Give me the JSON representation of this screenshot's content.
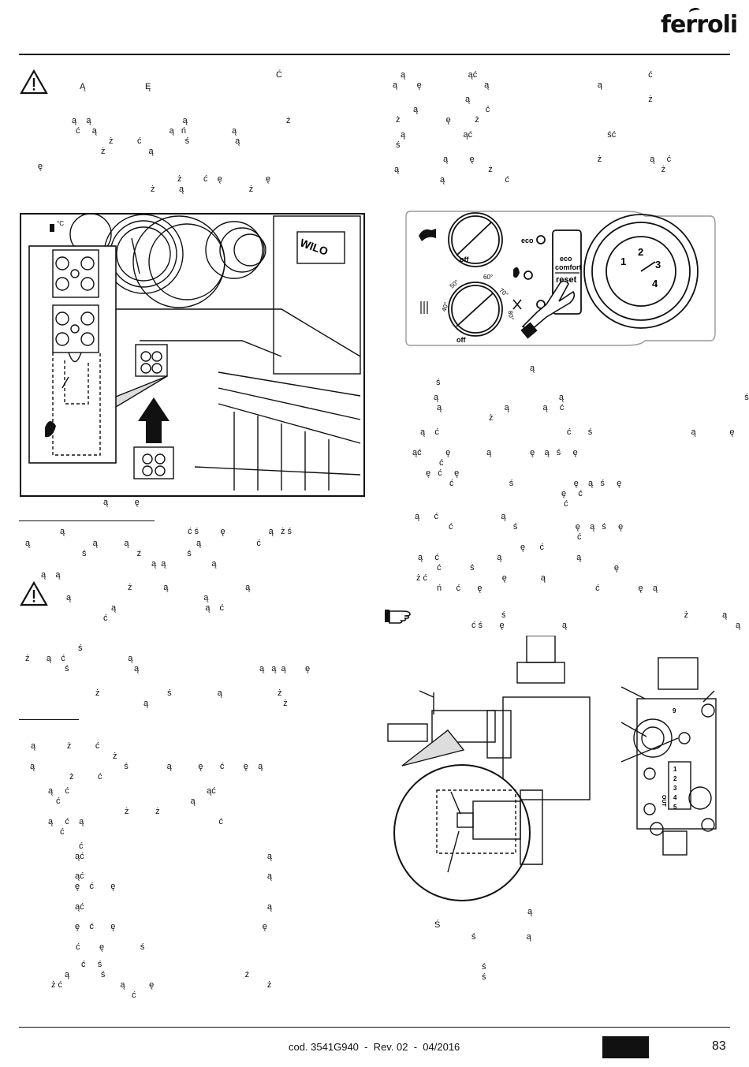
{
  "brand": "ferroli",
  "footer": {
    "code": "cod. 3541G940  -  Rev. 02  -  04/2016",
    "page_number": "83"
  },
  "control_panel": {
    "dial_top_off": "off",
    "dial_bottom_off": "off",
    "temp_40": "40°",
    "temp_50": "50°",
    "temp_60": "60°",
    "temp_70": "70°",
    "temp_80": "80°",
    "eco_label": "eco",
    "eco_comfort_1": "eco",
    "eco_comfort_2": "comfort",
    "reset_label": "reset",
    "gauge_1": "1",
    "gauge_2": "2",
    "gauge_3": "3",
    "gauge_4": "4"
  },
  "pump_brand": "WILO",
  "pump_gauge_mark": "°C",
  "valve_terminal_labels": [
    "1",
    "2",
    "3",
    "4",
    "5"
  ],
  "valve_out_label": "OUT",
  "valve_number": "9",
  "glyph_rows": [
    {
      "l": 350,
      "t": 88,
      "s": "Ć"
    },
    {
      "l": 101,
      "t": 103,
      "s": "Ą"
    },
    {
      "l": 184,
      "t": 103,
      "s": "Ę"
    },
    {
      "l": 91,
      "t": 146,
      "s": "ą    ą                                      ą                                         ż"
    },
    {
      "l": 96,
      "t": 159,
      "s": "ć     ą                              ą   ń                   ą"
    },
    {
      "l": 138,
      "t": 172,
      "s": "ż          ć                  ś                   ą"
    },
    {
      "l": 128,
      "t": 185,
      "s": "ż                  ą"
    },
    {
      "l": 48,
      "t": 204,
      "s": "ę"
    },
    {
      "l": 225,
      "t": 220,
      "s": "ż         ć    ę                  ę"
    },
    {
      "l": 191,
      "t": 233,
      "s": "ż          ą                           ż"
    },
    {
      "l": 131,
      "t": 630,
      "s": "ą           ę"
    },
    {
      "l": 76,
      "t": 667,
      "s": "ą                                                   ć ś         ę                  ą   ż ś"
    },
    {
      "l": 32,
      "t": 682,
      "s": "ą                          ą           ą                            ą                       ć"
    },
    {
      "l": 104,
      "t": 695,
      "s": "ś                     ż                   ś"
    },
    {
      "l": 192,
      "t": 708,
      "s": "ą  ą                   ą"
    },
    {
      "l": 52,
      "t": 722,
      "s": "ą    ą"
    },
    {
      "l": 162,
      "t": 738,
      "s": "ż             ą                                ą"
    },
    {
      "l": 84,
      "t": 751,
      "s": "ą                                                       ą"
    },
    {
      "l": 141,
      "t": 764,
      "s": "ą                                     ą    ć"
    },
    {
      "l": 131,
      "t": 777,
      "s": "ć"
    },
    {
      "l": 99,
      "t": 815,
      "s": "ś"
    },
    {
      "l": 32,
      "t": 828,
      "s": "ż       ą    ć                          ą"
    },
    {
      "l": 82,
      "t": 841,
      "s": "ś                           ą                                                  ą   ą  ą        ę"
    },
    {
      "l": 121,
      "t": 872,
      "s": "ż                            ś                   ą                       ż"
    },
    {
      "l": 182,
      "t": 885,
      "s": "ą                                                        ż"
    },
    {
      "l": 39,
      "t": 939,
      "s": "ą             ż          ć"
    },
    {
      "l": 143,
      "t": 952,
      "s": "ż"
    },
    {
      "l": 38,
      "t": 965,
      "s": "ą                                     ś                ą           ę       ć        ę    ą"
    },
    {
      "l": 88,
      "t": 978,
      "s": "ż          ć"
    },
    {
      "l": 61,
      "t": 996,
      "s": "ą     ć                                                         ąć"
    },
    {
      "l": 71,
      "t": 1009,
      "s": "ć                                                      ą"
    },
    {
      "l": 158,
      "t": 1022,
      "s": "ż           ż"
    },
    {
      "l": 61,
      "t": 1035,
      "s": "ą     ć    ą                                                        ć"
    },
    {
      "l": 76,
      "t": 1048,
      "s": "ć"
    },
    {
      "l": 100,
      "t": 1066,
      "s": "ć"
    },
    {
      "l": 95,
      "t": 1079,
      "s": "ąć                                                                            ą"
    },
    {
      "l": 95,
      "t": 1104,
      "s": "ąć                                                                            ą"
    },
    {
      "l": 95,
      "t": 1117,
      "s": "ę    ć       ę"
    },
    {
      "l": 95,
      "t": 1143,
      "s": "ąć                                                                            ą"
    },
    {
      "l": 95,
      "t": 1168,
      "s": "ę    ć       ę                                                             ę"
    },
    {
      "l": 96,
      "t": 1194,
      "s": "ć        ę               ś"
    },
    {
      "l": 103,
      "t": 1216,
      "s": "ć     ś"
    },
    {
      "l": 82,
      "t": 1229,
      "s": "ą             ś                                                          ż"
    },
    {
      "l": 65,
      "t": 1242,
      "s": "ż ć                        ą          ę                                               ż"
    },
    {
      "l": 167,
      "t": 1255,
      "s": "ć"
    },
    {
      "l": 508,
      "t": 88,
      "s": "ą                          ąć                                                                       ć"
    },
    {
      "l": 498,
      "t": 101,
      "s": "ą        ę                          ą                                             ą"
    },
    {
      "l": 590,
      "t": 119,
      "s": "ą                                                                          ż"
    },
    {
      "l": 524,
      "t": 132,
      "s": "ą                            ć"
    },
    {
      "l": 502,
      "t": 145,
      "s": "ż                   ę          ż"
    },
    {
      "l": 508,
      "t": 164,
      "s": "ą                        ąć                                                        ść"
    },
    {
      "l": 502,
      "t": 177,
      "s": "ś"
    },
    {
      "l": 562,
      "t": 195,
      "s": "ą         ę                                                   ż                    ą     ć"
    },
    {
      "l": 500,
      "t": 208,
      "s": "ą                                     ż                                                                      ż"
    },
    {
      "l": 558,
      "t": 221,
      "s": "ą                         ć"
    },
    {
      "l": 672,
      "t": 460,
      "s": "ą"
    },
    {
      "l": 553,
      "t": 478,
      "s": "ś"
    },
    {
      "l": 550,
      "t": 497,
      "s": "ą                                                  ą                                                                           ś      ś"
    },
    {
      "l": 554,
      "t": 510,
      "s": "ą                          ą              ą     ć"
    },
    {
      "l": 620,
      "t": 523,
      "s": "ż"
    },
    {
      "l": 533,
      "t": 541,
      "s": "ą    ć                                                     ć       ś                                         ą              ę"
    },
    {
      "l": 523,
      "t": 567,
      "s": "ąć          ę               ą                ę    ą   ś     ę"
    },
    {
      "l": 557,
      "t": 580,
      "s": "ć"
    },
    {
      "l": 540,
      "t": 593,
      "s": "ę   ć     ę"
    },
    {
      "l": 570,
      "t": 606,
      "s": "ć                       ś                         ę    ą   ś     ę"
    },
    {
      "l": 712,
      "t": 619,
      "s": "ę     ć"
    },
    {
      "l": 715,
      "t": 632,
      "s": "ć"
    },
    {
      "l": 526,
      "t": 648,
      "s": "ą      ć                          ą"
    },
    {
      "l": 569,
      "t": 661,
      "s": "ć                         ś                        ę    ą   ś     ę"
    },
    {
      "l": 732,
      "t": 674,
      "s": "ć"
    },
    {
      "l": 660,
      "t": 687,
      "s": "ę      ć"
    },
    {
      "l": 530,
      "t": 700,
      "s": "ą     ć                        ą                               ą"
    },
    {
      "l": 554,
      "t": 713,
      "s": "ć            ś                                                          ę"
    },
    {
      "l": 528,
      "t": 726,
      "s": "ż ć                               ę              ą"
    },
    {
      "l": 554,
      "t": 739,
      "s": "ń      ć       ę                                               ć                ę    ą                                                ć"
    },
    {
      "l": 636,
      "t": 773,
      "s": "ś                                                                          ż              ą"
    },
    {
      "l": 598,
      "t": 786,
      "s": "ć ś       ę                        ą                                                                      ą           ą"
    },
    {
      "l": 669,
      "t": 1149,
      "s": "ą"
    },
    {
      "l": 551,
      "t": 1166,
      "s": "Ś"
    },
    {
      "l": 598,
      "t": 1181,
      "s": "ś                     ą"
    },
    {
      "l": 611,
      "t": 1219,
      "s": "ś"
    },
    {
      "l": 611,
      "t": 1232,
      "s": "ś"
    }
  ]
}
